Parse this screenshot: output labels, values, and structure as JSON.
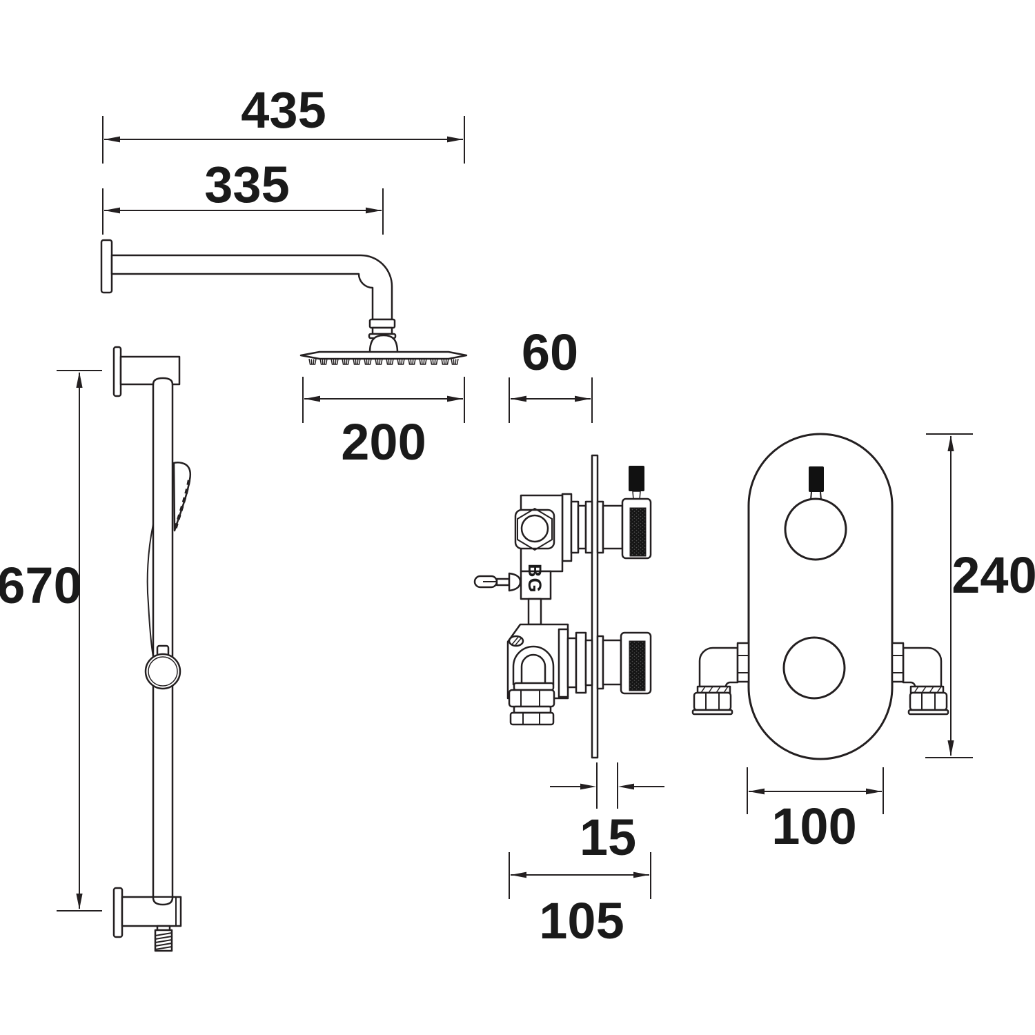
{
  "colors": {
    "ink": "#231f20",
    "background": "#ffffff",
    "knob_pointer": "#111111"
  },
  "views": {
    "shower_arm": {
      "dims": {
        "arm_reach_total": {
          "label": "435",
          "value": 435
        },
        "arm_reach_centre": {
          "label": "335",
          "value": 335
        },
        "head_diameter": {
          "label": "200",
          "value": 200
        }
      }
    },
    "slide_rail": {
      "dims": {
        "rail_length": {
          "label": "670",
          "value": 670
        }
      }
    },
    "valve_side": {
      "marking": "BG",
      "dims": {
        "recess_depth": {
          "label": "60",
          "value": 60
        },
        "plate_depth": {
          "label": "15",
          "value": 15
        },
        "overall_depth": {
          "label": "105",
          "value": 105
        }
      }
    },
    "valve_front": {
      "dims": {
        "plate_height": {
          "label": "240",
          "value": 240
        },
        "plate_width": {
          "label": "100",
          "value": 100
        }
      }
    }
  }
}
